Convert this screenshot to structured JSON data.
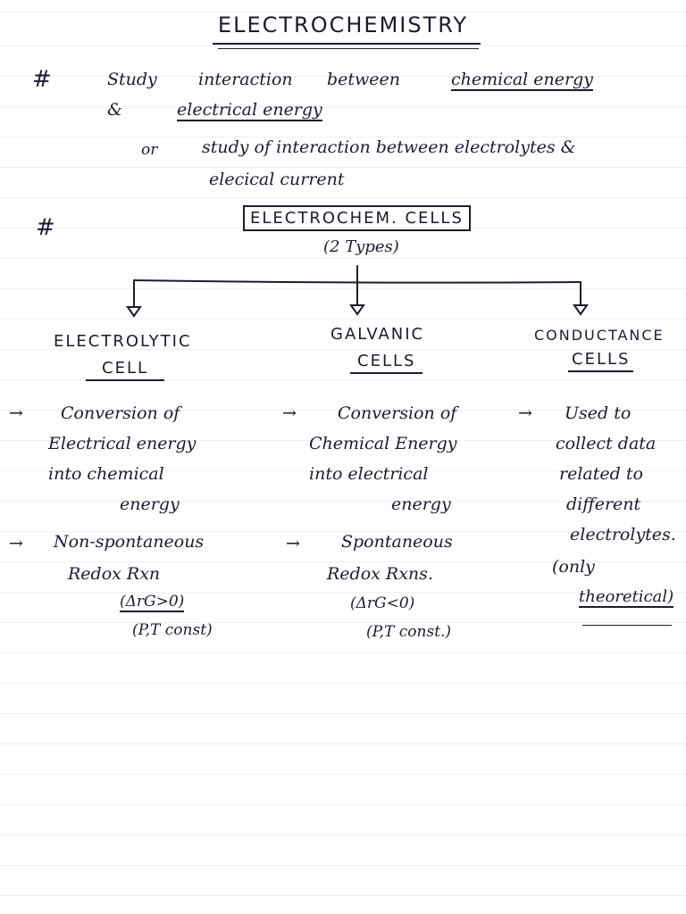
{
  "title": "ELECTROCHEMISTRY",
  "intro": {
    "bullet": "#",
    "study": "Study",
    "interaction": "interaction",
    "between": "between",
    "chemical_energy": "chemical energy",
    "amp": "&",
    "electrical_energy": "electrical energy",
    "or": "or",
    "line2a": "study of interaction between electrolytes &",
    "line2b": "elecical current"
  },
  "cells_heading": {
    "bullet": "#",
    "label": "ELECTROCHEM. CELLS",
    "types": "(2 Types)"
  },
  "columns": {
    "electrolytic": {
      "title1": "ELECTROLYTIC",
      "title2": "CELL",
      "arrow1": "→",
      "desc1": [
        "Conversion of",
        "Electrical energy",
        "into chemical",
        "energy"
      ],
      "arrow2": "→",
      "desc2": [
        "Non-spontaneous",
        "Redox Rxn"
      ],
      "cond": "(ΔrG>0)",
      "pt": "(P,T const)"
    },
    "galvanic": {
      "title1": "GALVANIC",
      "title2": "CELLS",
      "arrow1": "→",
      "desc1": [
        "Conversion of",
        "Chemical Energy",
        "into electrical",
        "energy"
      ],
      "arrow2": "→",
      "desc2": [
        "Spontaneous",
        "Redox Rxns."
      ],
      "cond": "(ΔrG<0)",
      "pt": "(P,T const.)"
    },
    "conductance": {
      "title1": "CONDUCTANCE",
      "title2": "CELLS",
      "arrow1": "→",
      "desc1": [
        "Used to",
        "collect data",
        "related to",
        "different",
        "electrolytes."
      ],
      "note1": "(only",
      "note2": "theoretical)"
    }
  }
}
